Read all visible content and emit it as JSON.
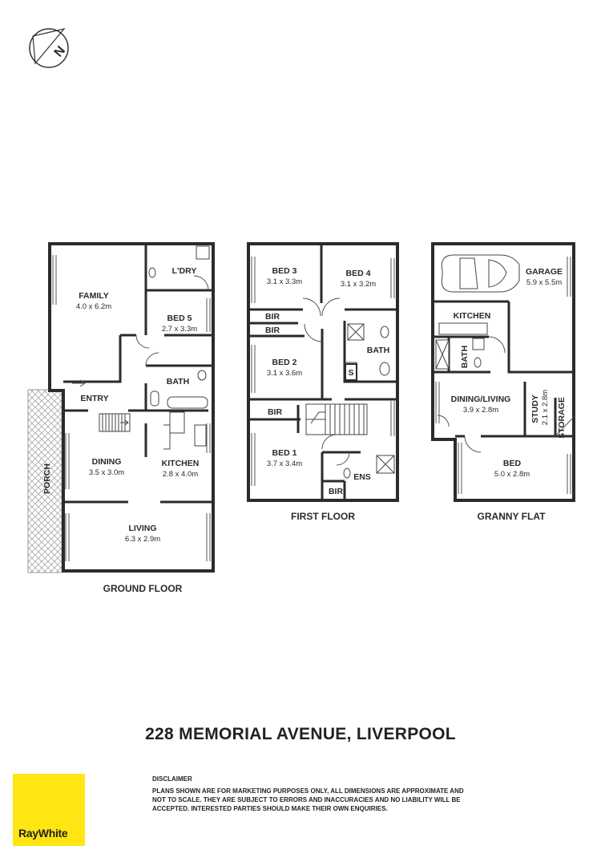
{
  "compass": {
    "letter": "N"
  },
  "ground_floor": {
    "label": "GROUND FLOOR",
    "rooms": {
      "family": {
        "name": "FAMILY",
        "dims": "4.0 x 6.2m"
      },
      "laundry": {
        "name": "L'DRY"
      },
      "bed5": {
        "name": "BED 5",
        "dims": "2.7 x 3.3m"
      },
      "bath": {
        "name": "BATH"
      },
      "entry": {
        "name": "ENTRY"
      },
      "dining": {
        "name": "DINING",
        "dims": "3.5 x 3.0m"
      },
      "kitchen": {
        "name": "KITCHEN",
        "dims": "2.8 x 4.0m"
      },
      "living": {
        "name": "LIVING",
        "dims": "6.3 x 2.9m"
      },
      "porch": {
        "name": "PORCH"
      }
    }
  },
  "first_floor": {
    "label": "FIRST FLOOR",
    "rooms": {
      "bed3": {
        "name": "BED 3",
        "dims": "3.1 x 3.3m"
      },
      "bed4": {
        "name": "BED 4",
        "dims": "3.1 x 3.2m"
      },
      "bir_a": {
        "name": "BIR"
      },
      "bir_b": {
        "name": "BIR"
      },
      "bath": {
        "name": "BATH"
      },
      "bed2": {
        "name": "BED 2",
        "dims": "3.1 x 3.6m"
      },
      "s": {
        "name": "S"
      },
      "bir_c": {
        "name": "BIR"
      },
      "bed1": {
        "name": "BED 1",
        "dims": "3.7 x 3.4m"
      },
      "ens": {
        "name": "ENS"
      },
      "bir_d": {
        "name": "BIR"
      }
    }
  },
  "granny_flat": {
    "label": "GRANNY FLAT",
    "rooms": {
      "garage": {
        "name": "GARAGE",
        "dims": "5.9 x 5.5m"
      },
      "kitchen": {
        "name": "KITCHEN"
      },
      "bath": {
        "name": "BATH"
      },
      "dining_living": {
        "name": "DINING/LIVING",
        "dims": "3.9 x 2.8m"
      },
      "study": {
        "name": "STUDY",
        "dims": "2.1 x 2.8m"
      },
      "storage": {
        "name": "STORAGE"
      },
      "bed": {
        "name": "BED",
        "dims": "5.0 x 2.8m"
      }
    }
  },
  "address": "228 MEMORIAL AVENUE, LIVERPOOL",
  "disclaimer": {
    "title": "DISCLAIMER",
    "lines": [
      "PLANS SHOWN ARE FOR MARKETING PURPOSES ONLY, ALL DIMENSIONS ARE APPROXIMATE AND",
      "NOT TO SCALE. THEY ARE SUBJECT TO ERRORS AND INACCURACIES AND NO LIABILITY WILL BE",
      "ACCEPTED. INTERESTED PARTIES SHOULD MAKE THEIR OWN ENQUIRIES."
    ]
  },
  "brand": {
    "name": "RayWhite",
    "color": "#ffe512"
  }
}
